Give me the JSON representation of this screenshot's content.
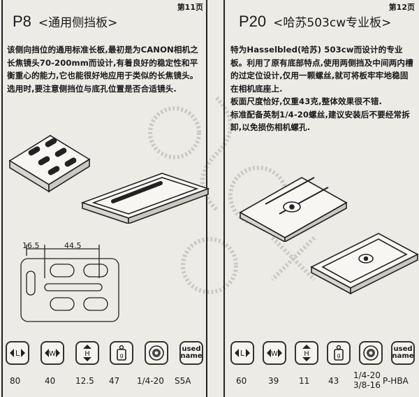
{
  "left_page": {
    "page_number": "第11页",
    "code": "P8",
    "name": "<通用侧挡板>",
    "paragraphs": [
      "该侧向挡位的通用标准长板,最初是为CANON相机之长焦镜头70-200mm而设计,有着良好的稳定性和平衡重心的能力,它也能很好地应用于类似的长焦镜头。",
      "选用时,要注意侧挡位与底孔位置是否合适镜头."
    ],
    "dimensions": [
      "16.5",
      "44.5"
    ],
    "icons": [
      "length-icon",
      "width-icon",
      "height-icon",
      "weight-icon",
      "screw-icon",
      "used-name-icon"
    ],
    "used_label": [
      "used",
      "name"
    ],
    "values": [
      "80",
      "40",
      "12.5",
      "47",
      "1/4-20",
      "S5A"
    ]
  },
  "right_page": {
    "page_number": "第12页",
    "code": "P20",
    "name": "<哈苏503cw专业板>",
    "paragraphs": [
      "特为Hasselbled(哈苏) 503cw而设计的专业板。利用了原有底部特点,使用两侧挡及中间两内槽的过定位设计,仅用一颗螺丝,就可将板牢牢地稳固在相机底座上.",
      "板面尺度恰好,仅重43克,整体效果很不错.",
      "标准配备英制1/4-20螺丝,建议安装后不要经常拆卸,以免损伤相机螺孔."
    ],
    "icons": [
      "length-icon",
      "width-icon",
      "height-icon",
      "weight-icon",
      "screw-icon",
      "used-name-icon"
    ],
    "used_label": [
      "used",
      "name"
    ],
    "values": [
      "60",
      "39",
      "11",
      "43",
      "1/4-20",
      "P-HBA"
    ],
    "value_extra": "3/8-16"
  }
}
